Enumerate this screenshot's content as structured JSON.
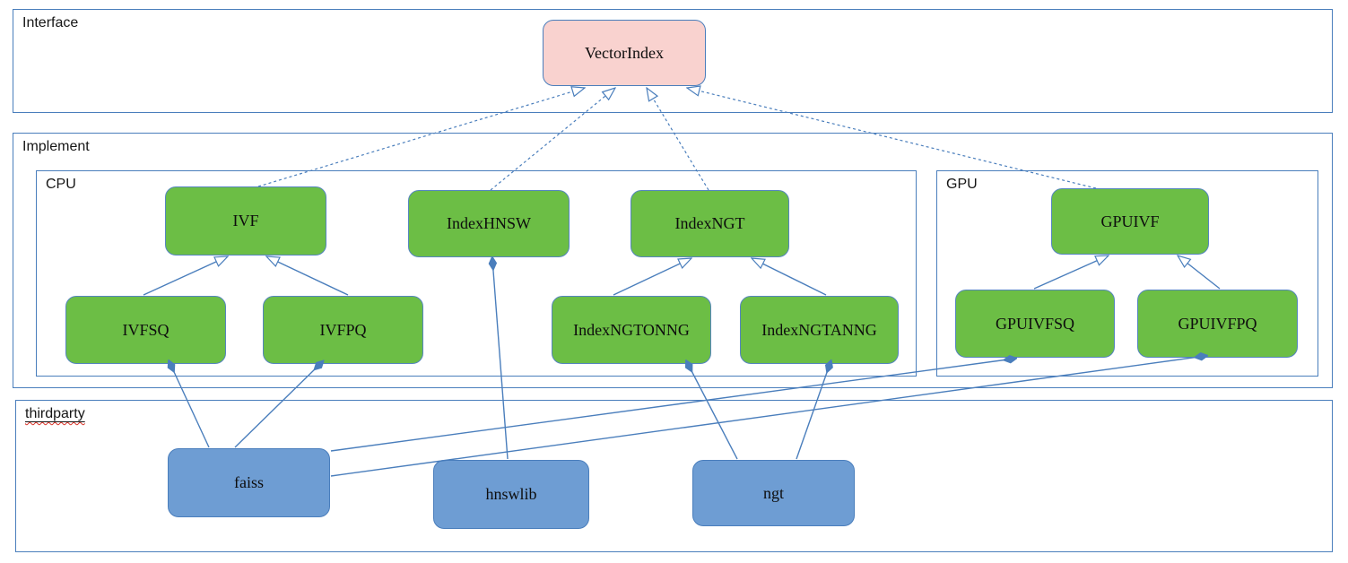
{
  "sections": {
    "interface": {
      "label": "Interface"
    },
    "implement": {
      "label": "Implement"
    },
    "cpu": {
      "label": "CPU"
    },
    "gpu": {
      "label": "GPU"
    },
    "thirdparty": {
      "label": "thirdparty"
    }
  },
  "nodes": {
    "vectorindex": {
      "label": "VectorIndex",
      "kind": "interface"
    },
    "ivf": {
      "label": "IVF",
      "kind": "implementation"
    },
    "indexhnsw": {
      "label": "IndexHNSW",
      "kind": "implementation"
    },
    "indexngt": {
      "label": "IndexNGT",
      "kind": "implementation"
    },
    "ivfsq": {
      "label": "IVFSQ",
      "kind": "implementation"
    },
    "ivfpq": {
      "label": "IVFPQ",
      "kind": "implementation"
    },
    "indexngtonng": {
      "label": "IndexNGTONNG",
      "kind": "implementation"
    },
    "indexngtanng": {
      "label": "IndexNGTANNG",
      "kind": "implementation"
    },
    "gpuivf": {
      "label": "GPUIVF",
      "kind": "implementation"
    },
    "gpuivfsq": {
      "label": "GPUIVFSQ",
      "kind": "implementation"
    },
    "gpuivfpq": {
      "label": "GPUIVFPQ",
      "kind": "implementation"
    },
    "faiss": {
      "label": "faiss",
      "kind": "thirdparty"
    },
    "hnswlib": {
      "label": "hnswlib",
      "kind": "thirdparty"
    },
    "ngt": {
      "label": "ngt",
      "kind": "thirdparty"
    }
  },
  "edges": [
    {
      "from": "IVF",
      "to": "VectorIndex",
      "type": "realization"
    },
    {
      "from": "IndexHNSW",
      "to": "VectorIndex",
      "type": "realization"
    },
    {
      "from": "IndexNGT",
      "to": "VectorIndex",
      "type": "realization"
    },
    {
      "from": "GPUIVF",
      "to": "VectorIndex",
      "type": "realization"
    },
    {
      "from": "IVFSQ",
      "to": "IVF",
      "type": "generalization"
    },
    {
      "from": "IVFPQ",
      "to": "IVF",
      "type": "generalization"
    },
    {
      "from": "IndexNGTONNG",
      "to": "IndexNGT",
      "type": "generalization"
    },
    {
      "from": "IndexNGTANNG",
      "to": "IndexNGT",
      "type": "generalization"
    },
    {
      "from": "GPUIVFSQ",
      "to": "GPUIVF",
      "type": "generalization"
    },
    {
      "from": "GPUIVFPQ",
      "to": "GPUIVF",
      "type": "generalization"
    },
    {
      "from": "faiss",
      "to": "IVFSQ",
      "type": "composition"
    },
    {
      "from": "faiss",
      "to": "IVFPQ",
      "type": "composition"
    },
    {
      "from": "faiss",
      "to": "GPUIVFSQ",
      "type": "composition"
    },
    {
      "from": "faiss",
      "to": "GPUIVFPQ",
      "type": "composition"
    },
    {
      "from": "hnswlib",
      "to": "IndexHNSW",
      "type": "composition"
    },
    {
      "from": "ngt",
      "to": "IndexNGTONNG",
      "type": "composition"
    },
    {
      "from": "ngt",
      "to": "IndexNGTANNG",
      "type": "composition"
    }
  ],
  "colors": {
    "line": "#4a7ebc",
    "interface_fill": "#f9d2cf",
    "implementation_fill": "#6cbe45",
    "thirdparty_fill": "#6e9dd3",
    "spellcheck_squiggle": "#d93025"
  }
}
